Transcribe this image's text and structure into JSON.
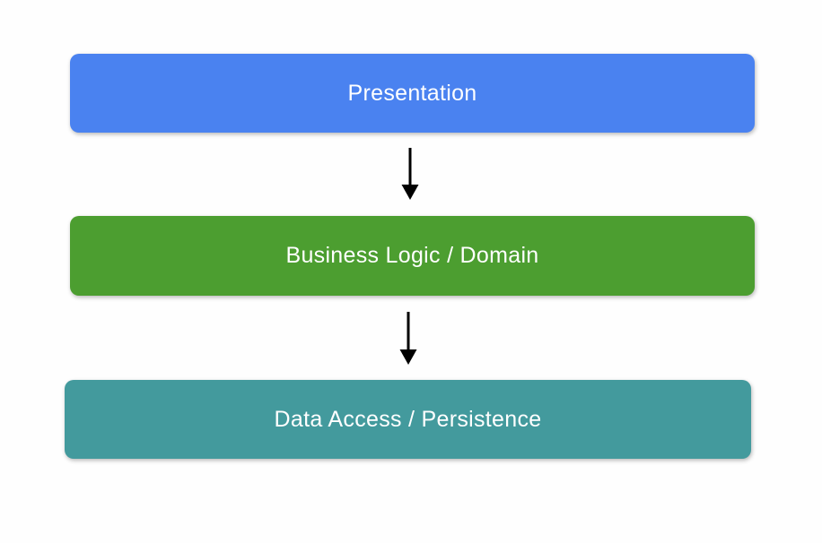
{
  "page": {
    "background_color": "#fefefe"
  },
  "diagram": {
    "type": "layered-architecture",
    "layers": [
      {
        "label": "Presentation",
        "color": "#4a82f0",
        "text_color": "#ffffff"
      },
      {
        "label": "Business Logic / Domain",
        "color": "#4c9e30",
        "text_color": "#ffffff"
      },
      {
        "label": "Data Access / Persistence",
        "color": "#439a9d",
        "text_color": "#ffffff"
      }
    ],
    "connections": [
      {
        "from": "Presentation",
        "to": "Business Logic / Domain",
        "direction": "down"
      },
      {
        "from": "Business Logic / Domain",
        "to": "Data Access / Persistence",
        "direction": "down"
      }
    ],
    "arrow_color": "#000000"
  }
}
